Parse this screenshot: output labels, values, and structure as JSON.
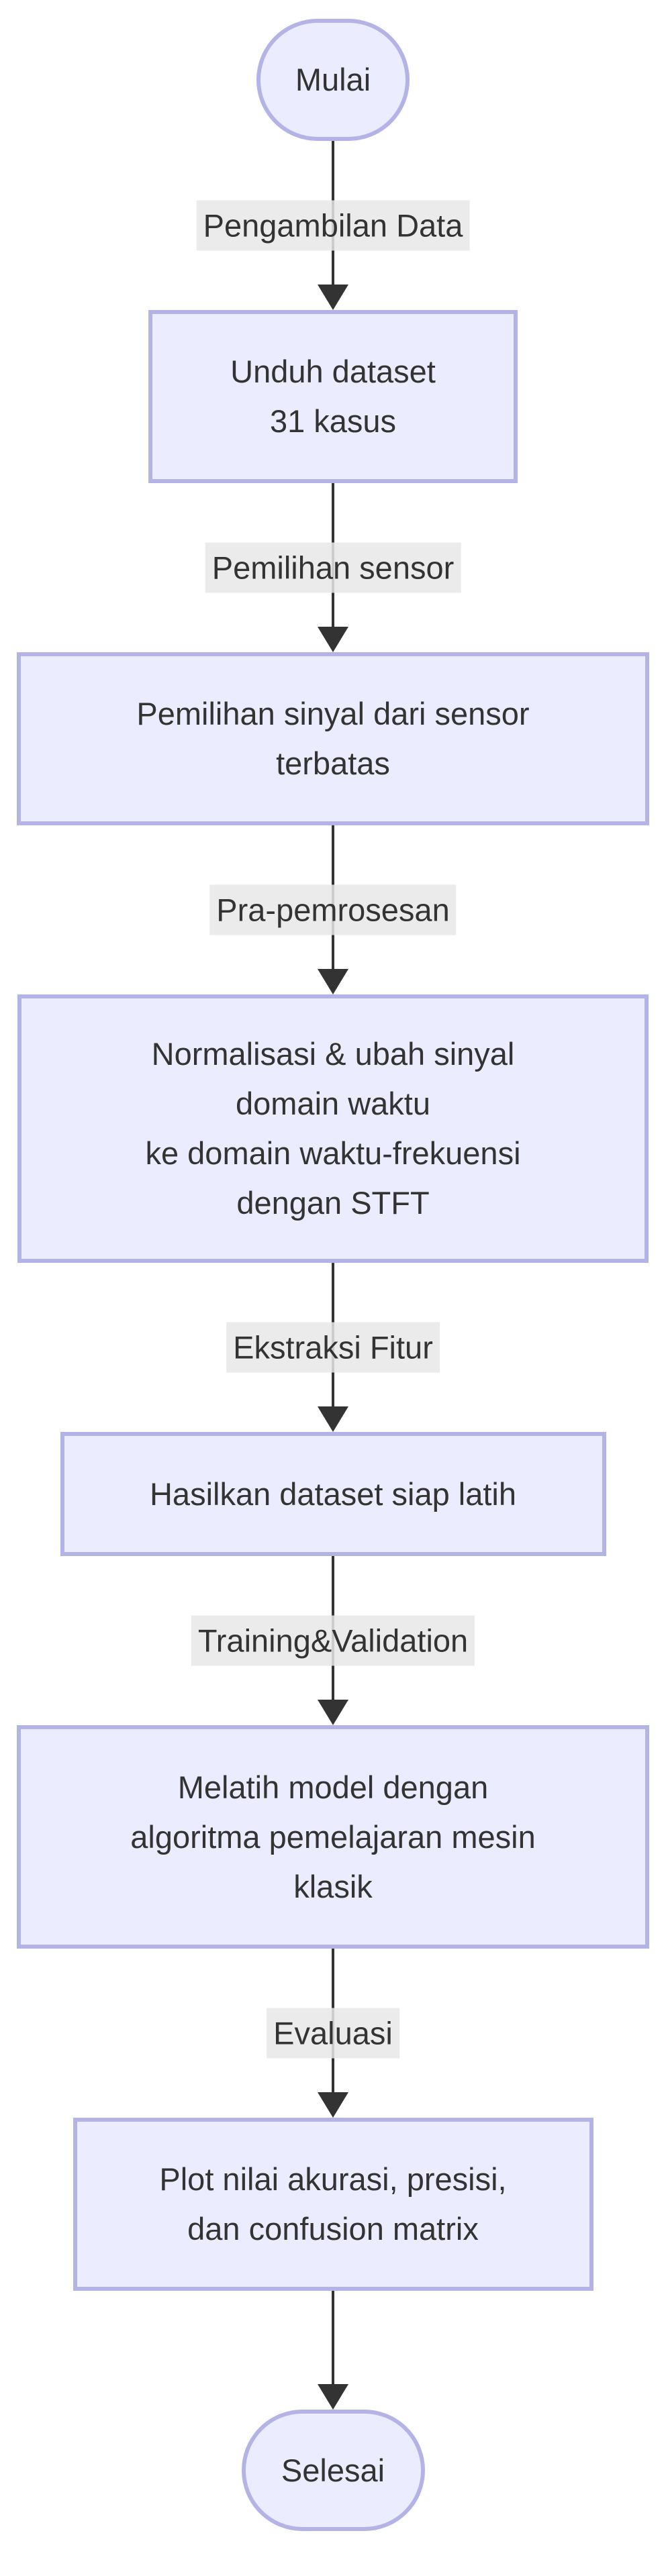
{
  "diagram": {
    "title": "Research workflow flowchart",
    "colors": {
      "node_fill": "#ECECFF",
      "node_border": "#b3b3e6",
      "edge_color": "#333333",
      "label_bg": "rgba(232,232,232,0.85)",
      "text_color": "#333333",
      "background": "#ffffff"
    }
  },
  "nodes": [
    {
      "id": "start",
      "shape": "stadium",
      "lines": [
        "Mulai"
      ]
    },
    {
      "id": "unduh",
      "shape": "rect",
      "lines": [
        "Unduh dataset",
        "31 kasus"
      ]
    },
    {
      "id": "sinyal",
      "shape": "rect",
      "lines": [
        "Pemilihan sinyal dari sensor",
        "terbatas"
      ]
    },
    {
      "id": "stft",
      "shape": "rect",
      "lines": [
        "Normalisasi & ubah sinyal",
        "domain waktu",
        "ke domain waktu-frekuensi",
        "dengan STFT"
      ]
    },
    {
      "id": "dataset",
      "shape": "rect",
      "lines": [
        "Hasilkan dataset siap latih"
      ]
    },
    {
      "id": "melatih",
      "shape": "rect",
      "lines": [
        "Melatih model dengan",
        "algoritma pemelajaran mesin",
        "klasik"
      ]
    },
    {
      "id": "plot",
      "shape": "rect",
      "lines": [
        "Plot nilai akurasi, presisi,",
        "dan confusion matrix"
      ]
    },
    {
      "id": "end",
      "shape": "stadium",
      "lines": [
        "Selesai"
      ]
    }
  ],
  "edges": [
    {
      "label": "Pengambilan Data"
    },
    {
      "label": "Pemilihan sensor"
    },
    {
      "label": "Pra-pemrosesan"
    },
    {
      "label": "Ekstraksi Fitur"
    },
    {
      "label": "Training&Validation"
    },
    {
      "label": "Evaluasi"
    },
    {
      "label": ""
    }
  ]
}
